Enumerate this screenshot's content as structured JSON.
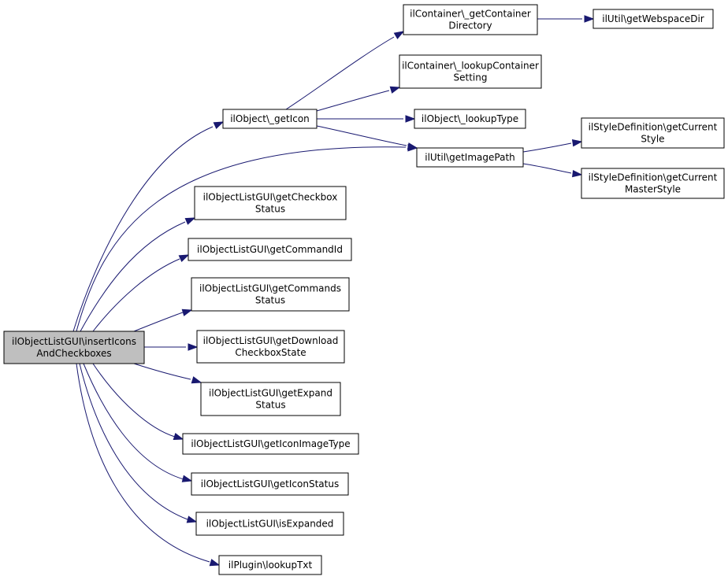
{
  "graph": {
    "nodes": {
      "root": [
        "ilObjectListGUI\\insertIcons",
        "AndCheckboxes"
      ],
      "get_icon": [
        "ilObject\\_getIcon"
      ],
      "get_container_directory": [
        "ilContainer\\_getContainer",
        "Directory"
      ],
      "get_webspace_dir": [
        "ilUtil\\getWebspaceDir"
      ],
      "lookup_container_setting": [
        "ilContainer\\_lookupContainer",
        "Setting"
      ],
      "lookup_type": [
        "ilObject\\_lookupType"
      ],
      "get_image_path": [
        "ilUtil\\getImagePath"
      ],
      "get_current_style": [
        "ilStyleDefinition\\getCurrent",
        "Style"
      ],
      "get_current_master_style": [
        "ilStyleDefinition\\getCurrent",
        "MasterStyle"
      ],
      "get_checkbox_status": [
        "ilObjectListGUI\\getCheckbox",
        "Status"
      ],
      "get_command_id": [
        "ilObjectListGUI\\getCommandId"
      ],
      "get_commands_status": [
        "ilObjectListGUI\\getCommands",
        "Status"
      ],
      "get_download_checkbox_state": [
        "ilObjectListGUI\\getDownload",
        "CheckboxState"
      ],
      "get_expand_status": [
        "ilObjectListGUI\\getExpand",
        "Status"
      ],
      "get_icon_image_type": [
        "ilObjectListGUI\\getIconImageType"
      ],
      "get_icon_status": [
        "ilObjectListGUI\\getIconStatus"
      ],
      "is_expanded": [
        "ilObjectListGUI\\isExpanded"
      ],
      "lookup_txt": [
        "ilPlugin\\lookupTxt"
      ]
    },
    "colors": {
      "edge": "#191970",
      "root_fill": "#bfbfbf",
      "node_fill": "#ffffff",
      "node_border": "#000000"
    }
  }
}
